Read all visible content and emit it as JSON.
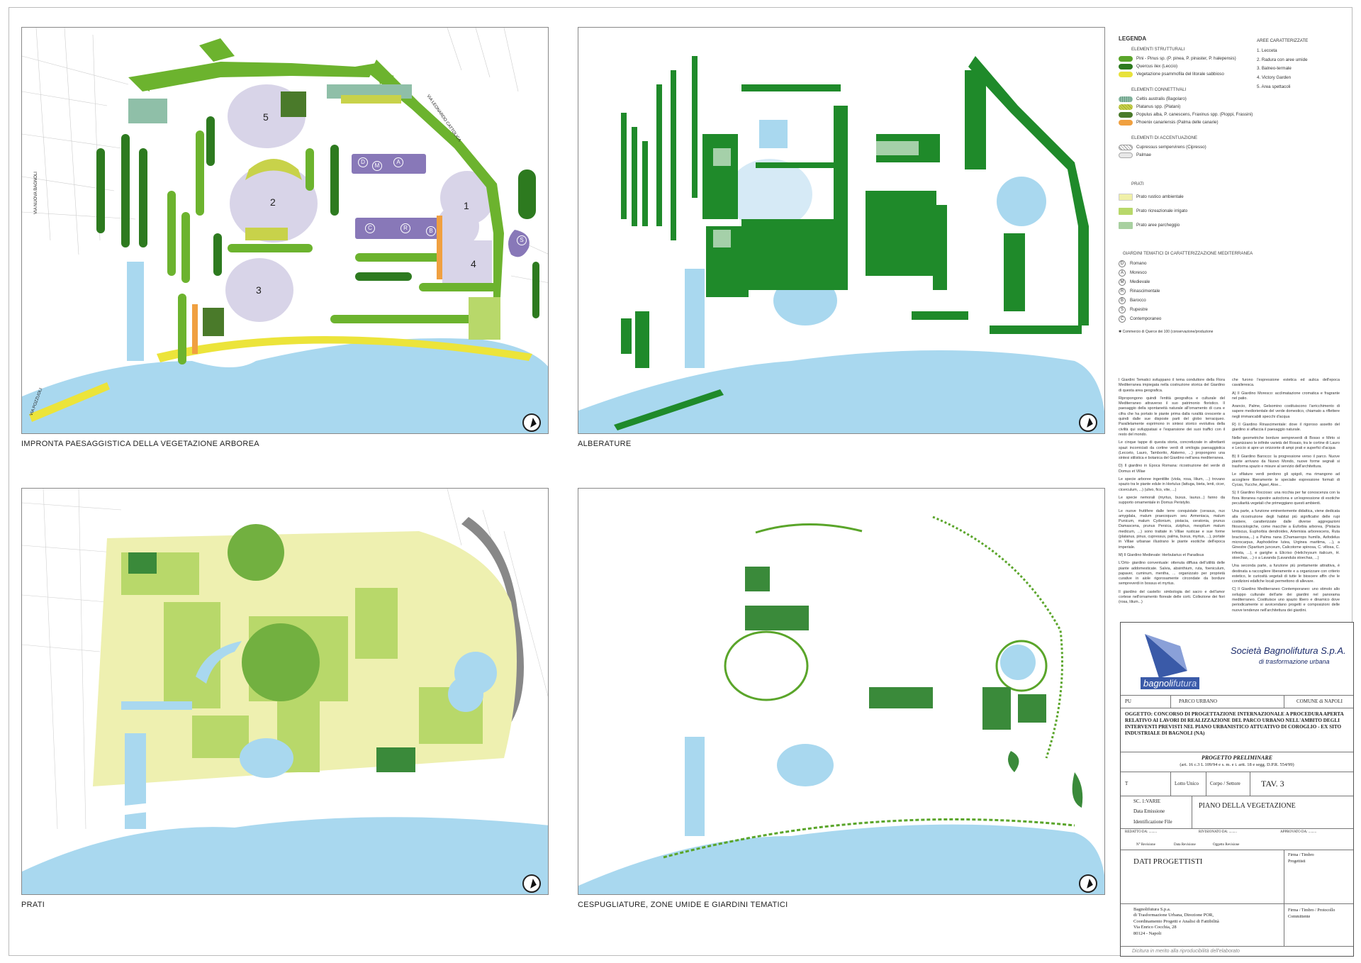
{
  "panels": {
    "p1_caption": "IMPRONTA PAESAGGISTICA DELLA VEGETAZIONE ARBOREA",
    "p2_caption": "ALBERATURE",
    "p3_caption": "PRATI",
    "p4_caption": "CESPUGLIATURE, ZONE UMIDE E GIARDINI TEMATICI"
  },
  "map_labels": {
    "road_coroglio": "VIA NUOVA BAGNOLI",
    "road_cattolica": "VIA LEONARDO CATTOLICA",
    "road_pozzuoli": "VIA POZZUOLI",
    "area1": "1",
    "area2": "2",
    "area3": "3",
    "area4": "4",
    "area5": "5",
    "g_d": "D",
    "g_m": "M",
    "g_a": "A",
    "g_c": "C",
    "g_r": "R",
    "g_b": "B",
    "g_s": "S"
  },
  "legend": {
    "title": "LEGENDA",
    "structural_title": "ELEMENTI STRUTTURALI",
    "structural": [
      {
        "label": "Pini - Pinus sp. (P. pinea, P. pinaster, P. halepensis)",
        "color": "#5aa52a"
      },
      {
        "label": "Quercus ilex (Leccio)",
        "color": "#2d7a1f"
      },
      {
        "label": "Vegetazione psammofila del litorale sabbioso",
        "color": "#e8e23a"
      }
    ],
    "connective_title": "ELEMENTI CONNETTIVALI",
    "connective": [
      {
        "label": "Celtis australis (Bagolaro)",
        "color": "#8fbfa8"
      },
      {
        "label": "Platanus spp. (Platani)",
        "color": "#c8d24a"
      },
      {
        "label": "Populus alba, P. canescens, Fraxinus spp. (Pioppi, Frassini)",
        "color": "#4a7a2a"
      },
      {
        "label": "Phoenix canariensis (Palma delle canarie)",
        "color": "#f0a040"
      }
    ],
    "accent_title": "ELEMENTI DI ACCENTUAZIONE",
    "accent": [
      {
        "label": "Cupressus sempervirens (Cipresso)",
        "color": "#ffffff"
      },
      {
        "label": "Palmae",
        "color": "#e8e8e8"
      }
    ],
    "areas_title": "AREE CARATTERIZZATE",
    "areas": [
      "1. Lecceta",
      "2. Radura con aree umide",
      "3. Balneo-termale",
      "4. Victory Garden",
      "5. Area spettacoli"
    ],
    "prati_title": "PRATI",
    "prati": [
      {
        "label": "Prato rustico ambientale",
        "color": "#f0f0a8"
      },
      {
        "label": "Prato ricreazionale irrigato",
        "color": "#b8d86a"
      },
      {
        "label": "Prato aree parcheggio",
        "color": "#a8d0a0"
      }
    ],
    "gardens_title": "GIARDINI TEMATICI DI CARATTERIZZAZIONE MEDITERRANEA",
    "gardens": [
      {
        "letter": "D",
        "label": "Romano"
      },
      {
        "letter": "A",
        "label": "Moresco"
      },
      {
        "letter": "M",
        "label": "Medievale"
      },
      {
        "letter": "R",
        "label": "Rinascimentale"
      },
      {
        "letter": "B",
        "label": "Barocco"
      },
      {
        "letter": "S",
        "label": "Rupestre"
      },
      {
        "letter": "C",
        "label": "Contemporaneo"
      }
    ],
    "footnote": "Commercio di Querce dei 100 (conservazione/produzione"
  },
  "text": {
    "col1": [
      "I Giardini Tematici sviluppano il tema conduttore della Flora Mediterranea impiegata nella costruzione storica del Giardino di questa area geografica.",
      "Ripropongono quindi l'entità geografica e culturale del Mediterraneo attraverso il suo patrimonio floristico. Il paesaggio della spontaneità naturale all'ornamento di cura e cifra che ha portato le piante prima dalla ruralità crescente a quindi dalle sue disposte parti del globo terracqueo. Parallelamente esprimono in sintesi storico evolutiva della civiltà qui sviluppatasi e l'espansione dei suoi traffici con il resto del mondo.",
      "Le cinque tappe di questa storia, concretizzate in altrettanti spazi incorniciati da cortine verdi di smilogia paesaggistica (Lecceto, Lauro, Tamborito, Alaterno, ...) propongono una sintesi stilistica e botanica del Giardino nell'area mediterranea.",
      "D) Il giardino in Epoca Romana: ricostruzione del verde di Domus et Villae",
      "Le specie arboree ingentilite (viola, rosa, lilium, ...) trovano spazio tra le piante edule in Hortulus (lattuga, bieta, lenti, cicer, cicerculum, ...) (ulivo, fico, vite, ...)",
      "Le specie nemorali (myrtus, buxus, laurus...) fanno da supporto ornamentale in Domus Peristylio.",
      "Le nuove fruttifere dalle terre conquistate (cerasus, nux amygdala, malum praecoquum seu Armeniaca, malum Punicum, malum Cydonium, pistacia, ceratonia, prunus Damascena, prunus Persica, ziziphus, mespilum malum medicum, ...) sono trattate in Villae rusticae e sue forme (platanus, pinus, cupressus, palma, buxus, myrtus, ...), portate in Villae urbanae illustrano le piante esotiche dell'epoca imperiale.",
      "M) Il Giardino Medievale: Herbularius et Paradisus",
      "L'Orto- giardino conventuale: ottenuta diffusa dell'utilità delle piante addomesticate. Salvia, absinthium, ruta, foeniculum, papaver, cuminum, mentha, ... organizzato per proprietà curative in aiole rigorosamente circondate da bordure sempreverdi in bossus et myrtus.",
      "Il giardino del castello: simbologia del sacro e dell'amor cortese nell'ornamento floreale delle corti. Collezione dei fiori (rosa, lilium...)"
    ],
    "col2": [
      "che furono l'espressione estetica ed aulica dell'epoca cavalleresca.",
      "A) Il Giardino Moresco: acclimatazione cromatica e fragrante nel patio.",
      "Arancio, Palme, Gelsomino costituiscono l'arricchimento di sapere mediorientale del verde domestico, chiamato a riflettere negli immancabili specchi d'acqua",
      "R) Il Giardino Rinascimentale: dove il rigoroso assetto del giardino si affaccia il paesaggio naturale.",
      "Nelle geometriche bordure sempreverdi di Bosso e Mirto si organizzano le infinite varietà del Rosaio, tra le cortine di Lauro e Leccio si apre un orizzonte di ampi prati e superfici d'acqua",
      "B) Il Giardino Barocco: la progressione verso il parco. Nuove piante arrivano da Nuovo Mondo, nuove forme segnali si trasforma spazio e misure al servizio dell'architettura.",
      "Le sfilature verdi perdono gli spigoli, ma rimangono ad accogliere liberamente le specialie espressione formali di Cycas, Yucche, Agavi, Aloe...",
      "S) Il Giardino Roccioso: una nicchia per far conoscenza con la flora litoranea rupestre autoctona e un'espressione di esotiche peculiarità vegetali che primeggiano questi ambienti.",
      "Una parte, a funzione eminentemente didattica, viene dedicata alla ricostruzione degli habitat più significativi delle rupi costiere, caratterizzate dalle diverse aggregazioni fitosociologiche, come macchie a Euforbia arborea, (Pistacia lentiscus, Euphorbia dendroides, Artemisia arborescens, Ruta bracteosa,...) a Palma nana (Chamaerops humilis, Asfodelus microcarpus, Asphodeline lutea, Urginea maritima, ...), a Ginestre (Spartium junceum, Calicotome spinosa, C. villosa, C. infesta, ...), e garighe a Elicriso (Helichrysum italicum, H. stoechas, ...) o a Lavanda (Lavandula stoechas, ...)",
      "Una seconda parte, a funzione più prettamente attrattiva, è destinata a raccogliere liberamente e a organizzare con criterio estetico, le curiosità vegetali di tutte le bioscere affin che le condizioni edafiche locali permettono di allevare.",
      "C) Il Giardino Mediterraneo Contemporaneo: uno stimolo allo sviluppo culturale dell'arte dei giardini nel panorama mediterraneo. Costituisce uno spazio libero e dinamico dove periodicamente si avvicendano progetti e composizioni delle nuove tendenze nell'architettura dei giardini."
    ]
  },
  "title_block": {
    "company": "Società Bagnolifutura S.p.A.",
    "company_sub": "di trasformazione urbana",
    "logo_text_a": "bagnoli",
    "logo_text_b": "futura",
    "pu": "PU",
    "parco": "PARCO URBANO",
    "comune": "COMUNE di NAPOLI",
    "oggetto": "OGGETTO: CONCORSO DI PROGETTAZIONE INTERNAZIONALE A PROCEDURA APERTA RELATIVO AI LAVORI DI REALIZZAZIONE DEL PARCO URBANO NELL'AMBITO DEGLI INTERVENTI PREVISTI NEL PIANO URBANISTICO ATTUATIVO DI COROGLIO - EX SITO INDUSTRIALE DI BAGNOLI (NA)",
    "progetto": "PROGETTO PRELIMINARE",
    "progetto_ref": "(art. 16 c.3 L 109/94 e s. m. e i. artt. 18 e segg. D.P.R. 554/99)",
    "t": "T",
    "lotto": "Lotto Unico",
    "corpo": "Corpo / Settore",
    "tav": "TAV. 3",
    "scala": "SC. 1:VARIE",
    "data_emissione": "Data Emissione",
    "ident": "Identificazione File",
    "piano": "PIANO DELLA VEGETAZIONE",
    "redatto": "REDATTO DA: .........",
    "rivisionato": "RIVISIONATO DA: .........",
    "approvato": "APPROVATO DA: .........",
    "rev_n": "N° Revisione",
    "rev_data": "Data Revisione",
    "rev_oggetto": "Oggetto Revisione",
    "dati": "DATI PROGETTISTI",
    "firma1": "Firma / Timbro",
    "firma1b": "Progettisti",
    "address": [
      "Bagnolifutura S.p.a.",
      "di Trasformazione Urbana, Direzione POR,",
      "Coordinamento Progetti e Analisi di Fattibilità",
      "Via Enrico Cocchia, 28",
      "80124 - Napoli"
    ],
    "firma2": "Firma / Timbro / Protocollo",
    "firma2b": "Committente",
    "footer": "Dicitura in merito alla riproducibilità dell'elaborato"
  },
  "colors": {
    "sea": "#a9d8ef",
    "pine": "#6cb32e",
    "oak": "#2d7a1f",
    "lawn_rustic": "#eef0b0",
    "lawn_irrig": "#b8d86a",
    "tree_green": "#1f8a2a",
    "purple_garden": "#8878b8",
    "lilac_area": "#d8d4e8",
    "sand_yellow": "#ece43a"
  }
}
